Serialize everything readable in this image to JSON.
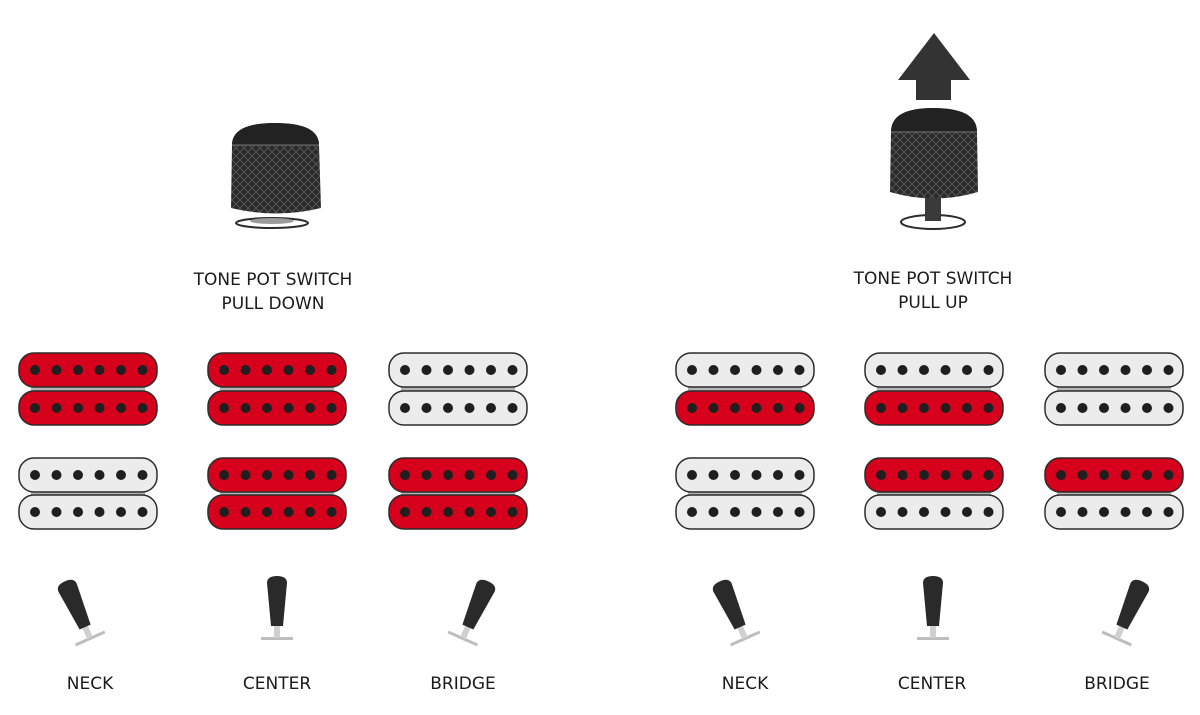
{
  "colors": {
    "active": "#d6001c",
    "inactive": "#ececec",
    "outline": "#2b2b2b",
    "knob": "#2a2a2a",
    "arrow": "#333333"
  },
  "panels": [
    {
      "title_line1": "TONE POT SWITCH",
      "title_line2": "PULL DOWN",
      "knob_state": "down",
      "positions": [
        {
          "label": "NECK",
          "lever": "left-tilt",
          "upper": [
            "active",
            "active"
          ],
          "lower": [
            "inactive",
            "inactive"
          ]
        },
        {
          "label": "CENTER",
          "lever": "upright",
          "upper": [
            "active",
            "active"
          ],
          "lower": [
            "active",
            "active"
          ]
        },
        {
          "label": "BRIDGE",
          "lever": "right-tilt",
          "upper": [
            "inactive",
            "inactive"
          ],
          "lower": [
            "active",
            "active"
          ]
        }
      ]
    },
    {
      "title_line1": "TONE POT SWITCH",
      "title_line2": "PULL UP",
      "knob_state": "up",
      "positions": [
        {
          "label": "NECK",
          "lever": "left-tilt",
          "upper": [
            "inactive",
            "active"
          ],
          "lower": [
            "inactive",
            "inactive"
          ]
        },
        {
          "label": "CENTER",
          "lever": "upright",
          "upper": [
            "inactive",
            "active"
          ],
          "lower": [
            "active",
            "inactive"
          ]
        },
        {
          "label": "BRIDGE",
          "lever": "right-tilt",
          "upper": [
            "inactive",
            "inactive"
          ],
          "lower": [
            "active",
            "inactive"
          ]
        }
      ]
    }
  ]
}
